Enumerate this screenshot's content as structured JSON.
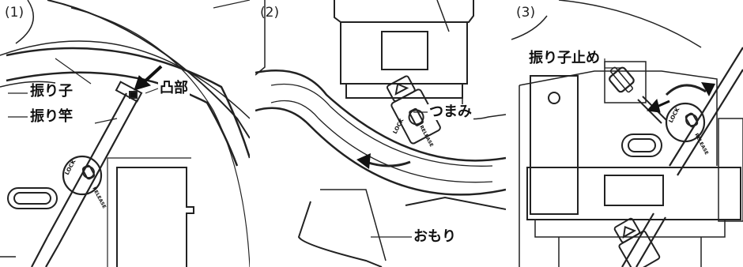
{
  "panels": [
    {
      "number": "(1)",
      "labels": {
        "pendulum": "振り子",
        "rod": "振り竿",
        "bump": "凸部"
      }
    },
    {
      "number": "(2)",
      "labels": {
        "knob": "つまみ",
        "weight": "おもり"
      }
    },
    {
      "number": "(3)",
      "labels": {
        "stopper": "振り子止め"
      }
    }
  ],
  "dial": {
    "lock": "LOCK",
    "release": "RELEASE"
  }
}
